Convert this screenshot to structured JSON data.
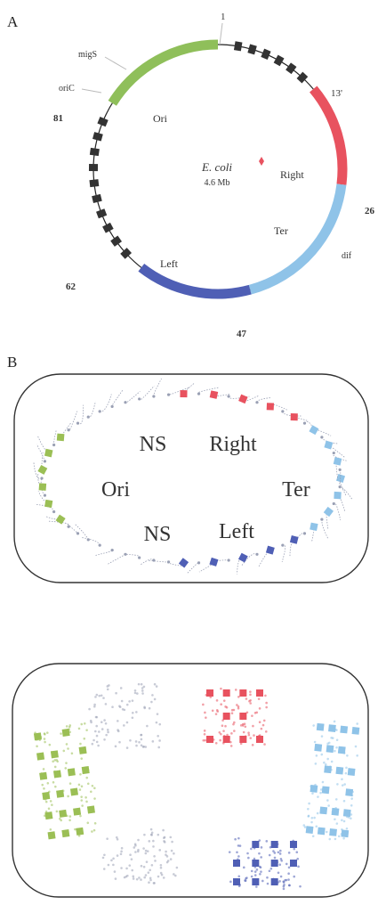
{
  "panel_a": {
    "letter": "A",
    "organism": "E. coli",
    "genome_size": "4.6 Mb",
    "position_labels": [
      "1",
      "13'",
      "26",
      "47",
      "62",
      "81"
    ],
    "locus_labels": [
      "migS",
      "oriC",
      "dif"
    ],
    "macrodomains": [
      {
        "name": "Ori",
        "color": "#8fbf5a"
      },
      {
        "name": "Right",
        "color": "#e8525f"
      },
      {
        "name": "Ter",
        "color": "#8fc3e8"
      },
      {
        "name": "Left",
        "color": "#4f5fb5"
      }
    ],
    "ns_region_color": "#333333"
  },
  "panel_b": {
    "letter": "B",
    "top_labels": [
      "NS",
      "Right",
      "Ori",
      "Ter",
      "NS",
      "Left"
    ],
    "colors": {
      "ns": "#8a8fa8",
      "right": "#e8525f",
      "ori": "#9bbf55",
      "ter": "#8fc3e8",
      "left": "#4f5fb5"
    }
  }
}
